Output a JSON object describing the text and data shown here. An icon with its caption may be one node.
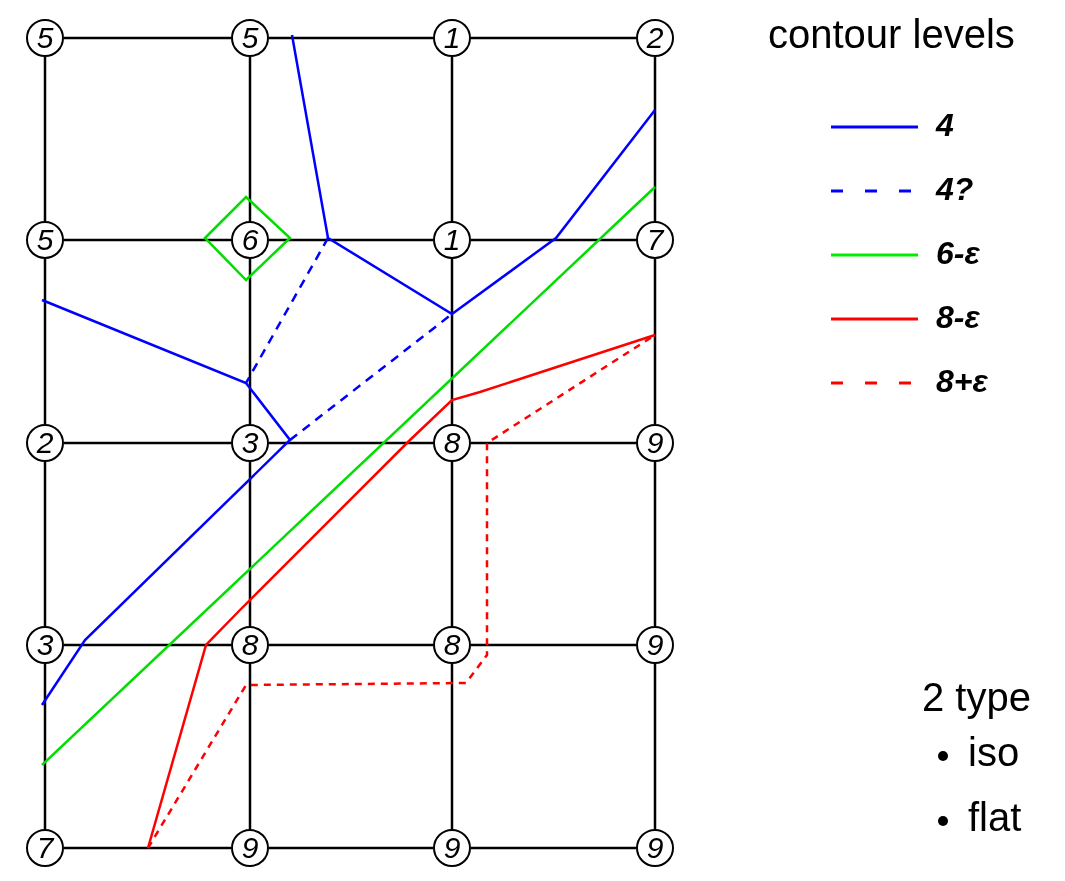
{
  "diagram": {
    "nodes": [
      {
        "text": [
          "5"
        ]
      },
      {
        "text": [
          "5"
        ]
      },
      {
        "text": [
          "1"
        ]
      },
      {
        "text": [
          "2"
        ]
      },
      {
        "text": [
          "5"
        ]
      },
      {
        "text": [
          "6"
        ]
      },
      {
        "text": [
          "1"
        ]
      },
      {
        "text": [
          "7"
        ]
      },
      {
        "text": [
          "2"
        ]
      },
      {
        "text": [
          "3"
        ]
      },
      {
        "text": [
          "8"
        ]
      },
      {
        "text": [
          "9"
        ]
      },
      {
        "text": [
          "3"
        ]
      },
      {
        "text": [
          "8"
        ]
      },
      {
        "text": [
          "8"
        ]
      },
      {
        "text": [
          "9"
        ]
      },
      {
        "text": [
          "7"
        ]
      },
      {
        "text": [
          "9"
        ]
      },
      {
        "text": [
          "9"
        ]
      },
      {
        "text": [
          "9"
        ]
      }
    ],
    "edges": [
      {
        "from": 0,
        "to": 1,
        "arrow": "none"
      },
      {
        "from": 1,
        "to": 2,
        "arrow": "none"
      },
      {
        "from": 2,
        "to": 3,
        "arrow": "none"
      },
      {
        "from": 4,
        "to": 5,
        "arrow": "none"
      },
      {
        "from": 5,
        "to": 6,
        "arrow": "none"
      },
      {
        "from": 6,
        "to": 7,
        "arrow": "none"
      },
      {
        "from": 8,
        "to": 9,
        "arrow": "none"
      },
      {
        "from": 9,
        "to": 10,
        "arrow": "none"
      },
      {
        "from": 10,
        "to": 11,
        "arrow": "none"
      },
      {
        "from": 12,
        "to": 13,
        "arrow": "none"
      },
      {
        "from": 13,
        "to": 14,
        "arrow": "none"
      },
      {
        "from": 14,
        "to": 15,
        "arrow": "none"
      },
      {
        "from": 16,
        "to": 17,
        "arrow": "none"
      },
      {
        "from": 17,
        "to": 18,
        "arrow": "none"
      },
      {
        "from": 18,
        "to": 19,
        "arrow": "none"
      },
      {
        "from": 0,
        "to": 4,
        "arrow": "none"
      },
      {
        "from": 4,
        "to": 8,
        "arrow": "none"
      },
      {
        "from": 8,
        "to": 12,
        "arrow": "none"
      },
      {
        "from": 12,
        "to": 16,
        "arrow": "none"
      },
      {
        "from": 1,
        "to": 5,
        "arrow": "none"
      },
      {
        "from": 5,
        "to": 9,
        "arrow": "none"
      },
      {
        "from": 9,
        "to": 13,
        "arrow": "none"
      },
      {
        "from": 13,
        "to": 17,
        "arrow": "none"
      },
      {
        "from": 2,
        "to": 6,
        "arrow": "none"
      },
      {
        "from": 6,
        "to": 10,
        "arrow": "none"
      },
      {
        "from": 10,
        "to": 14,
        "arrow": "none"
      },
      {
        "from": 14,
        "to": 18,
        "arrow": "none"
      },
      {
        "from": 3,
        "to": 7,
        "arrow": "none"
      },
      {
        "from": 7,
        "to": 11,
        "arrow": "none"
      },
      {
        "from": 11,
        "to": 15,
        "arrow": "none"
      },
      {
        "from": 15,
        "to": 19,
        "arrow": "none"
      }
    ],
    "labels": [
      "contour levels",
      "2 type",
      "iso",
      "flat"
    ],
    "legend": [
      {
        "text": "4"
      },
      {
        "text": "4?"
      },
      {
        "text": "6-ε"
      },
      {
        "text": "8-ε"
      },
      {
        "text": "8+ε"
      }
    ]
  }
}
